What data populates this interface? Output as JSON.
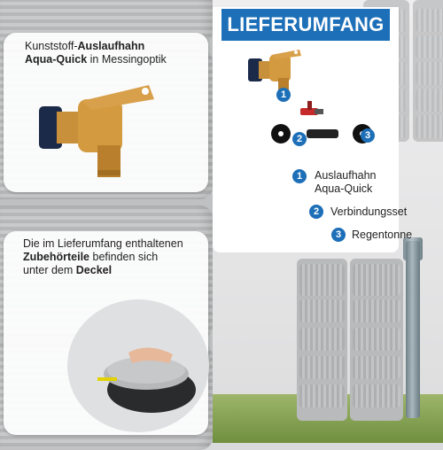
{
  "header": {
    "title": "LIEFERUMFANG"
  },
  "top_panel": {
    "line1_prefix": "Kunststoff-",
    "line1_bold": "Auslaufhahn",
    "line2_bold": "Aqua-Quick",
    "line2_suffix": " in Messingoptik"
  },
  "bottom_panel": {
    "line1": "Die im Lieferumfang enthaltenen",
    "line2_bold": "Zubehörteile",
    "line2_suffix": " befinden sich",
    "line3_prefix": "unter dem ",
    "line3_bold": "Deckel"
  },
  "items": [
    {
      "number": "1",
      "line1": "Auslaufhahn",
      "line2": "Aqua-Quick"
    },
    {
      "number": "2",
      "line1": "Verbindungsset",
      "line2": ""
    },
    {
      "number": "3",
      "line1": "Regentonne",
      "line2": ""
    }
  ],
  "colors": {
    "accent": "#1d6fb8",
    "brass": "#c8903a",
    "tank_gray": "#bfc0c1"
  },
  "icons": [
    "tap-illustration",
    "connector-set-illustration",
    "lid-photo-illustration"
  ]
}
